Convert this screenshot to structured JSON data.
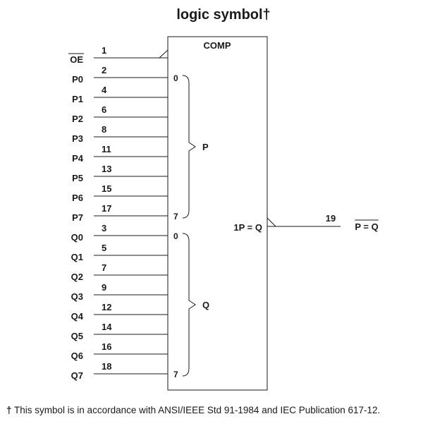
{
  "title": "logic symbol†",
  "block": {
    "name": "COMP",
    "output_function": "1P = Q"
  },
  "inputs": [
    {
      "signal": "OE",
      "pin": "1",
      "overbar": true
    },
    {
      "signal": "P0",
      "pin": "2"
    },
    {
      "signal": "P1",
      "pin": "4"
    },
    {
      "signal": "P2",
      "pin": "6"
    },
    {
      "signal": "P3",
      "pin": "8"
    },
    {
      "signal": "P4",
      "pin": "11"
    },
    {
      "signal": "P5",
      "pin": "13"
    },
    {
      "signal": "P6",
      "pin": "15"
    },
    {
      "signal": "P7",
      "pin": "17"
    },
    {
      "signal": "Q0",
      "pin": "3"
    },
    {
      "signal": "Q1",
      "pin": "5"
    },
    {
      "signal": "Q2",
      "pin": "7"
    },
    {
      "signal": "Q3",
      "pin": "9"
    },
    {
      "signal": "Q4",
      "pin": "12"
    },
    {
      "signal": "Q5",
      "pin": "14"
    },
    {
      "signal": "Q6",
      "pin": "16"
    },
    {
      "signal": "Q7",
      "pin": "18"
    }
  ],
  "groups": [
    {
      "label": "P",
      "first_index": "0",
      "last_index": "7"
    },
    {
      "label": "Q",
      "first_index": "0",
      "last_index": "7"
    }
  ],
  "output": {
    "signal": "P = Q",
    "pin": "19",
    "overbar": true
  },
  "footnote": {
    "dagger": "†",
    "text": "This symbol is in accordance with ANSI/IEEE Std 91-1984 and IEC Publication 617-12."
  }
}
